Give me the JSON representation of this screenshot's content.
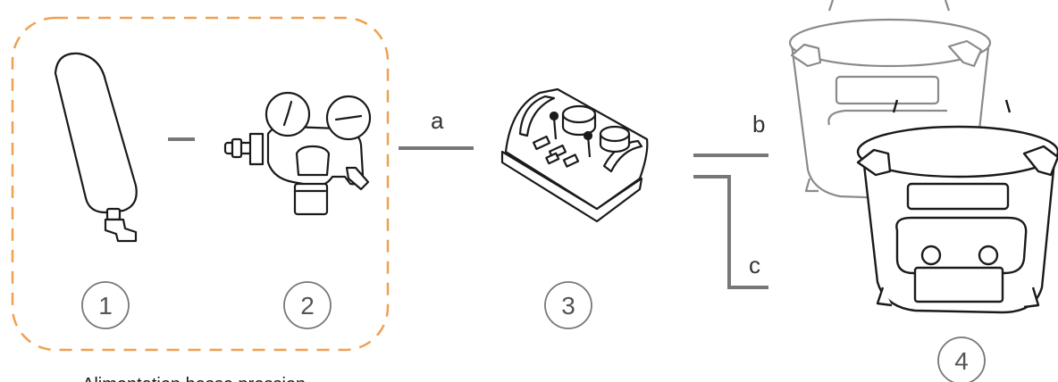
{
  "group_caption": "Alimentation basse pression",
  "components": [
    {
      "number": "1",
      "icon": "gas-cylinder-icon"
    },
    {
      "number": "2",
      "icon": "pressure-regulator-icon"
    },
    {
      "number": "3",
      "icon": "control-unit-icon"
    },
    {
      "number": "4",
      "icon": "vessel-icon"
    }
  ],
  "connections": [
    {
      "label": "a"
    },
    {
      "label": "b"
    },
    {
      "label": "c"
    }
  ],
  "colors": {
    "group_border": "#f0a050",
    "connector": "#777777",
    "outline": "#1a1a1a",
    "vessel_back_outline": "#8a8a8a"
  }
}
